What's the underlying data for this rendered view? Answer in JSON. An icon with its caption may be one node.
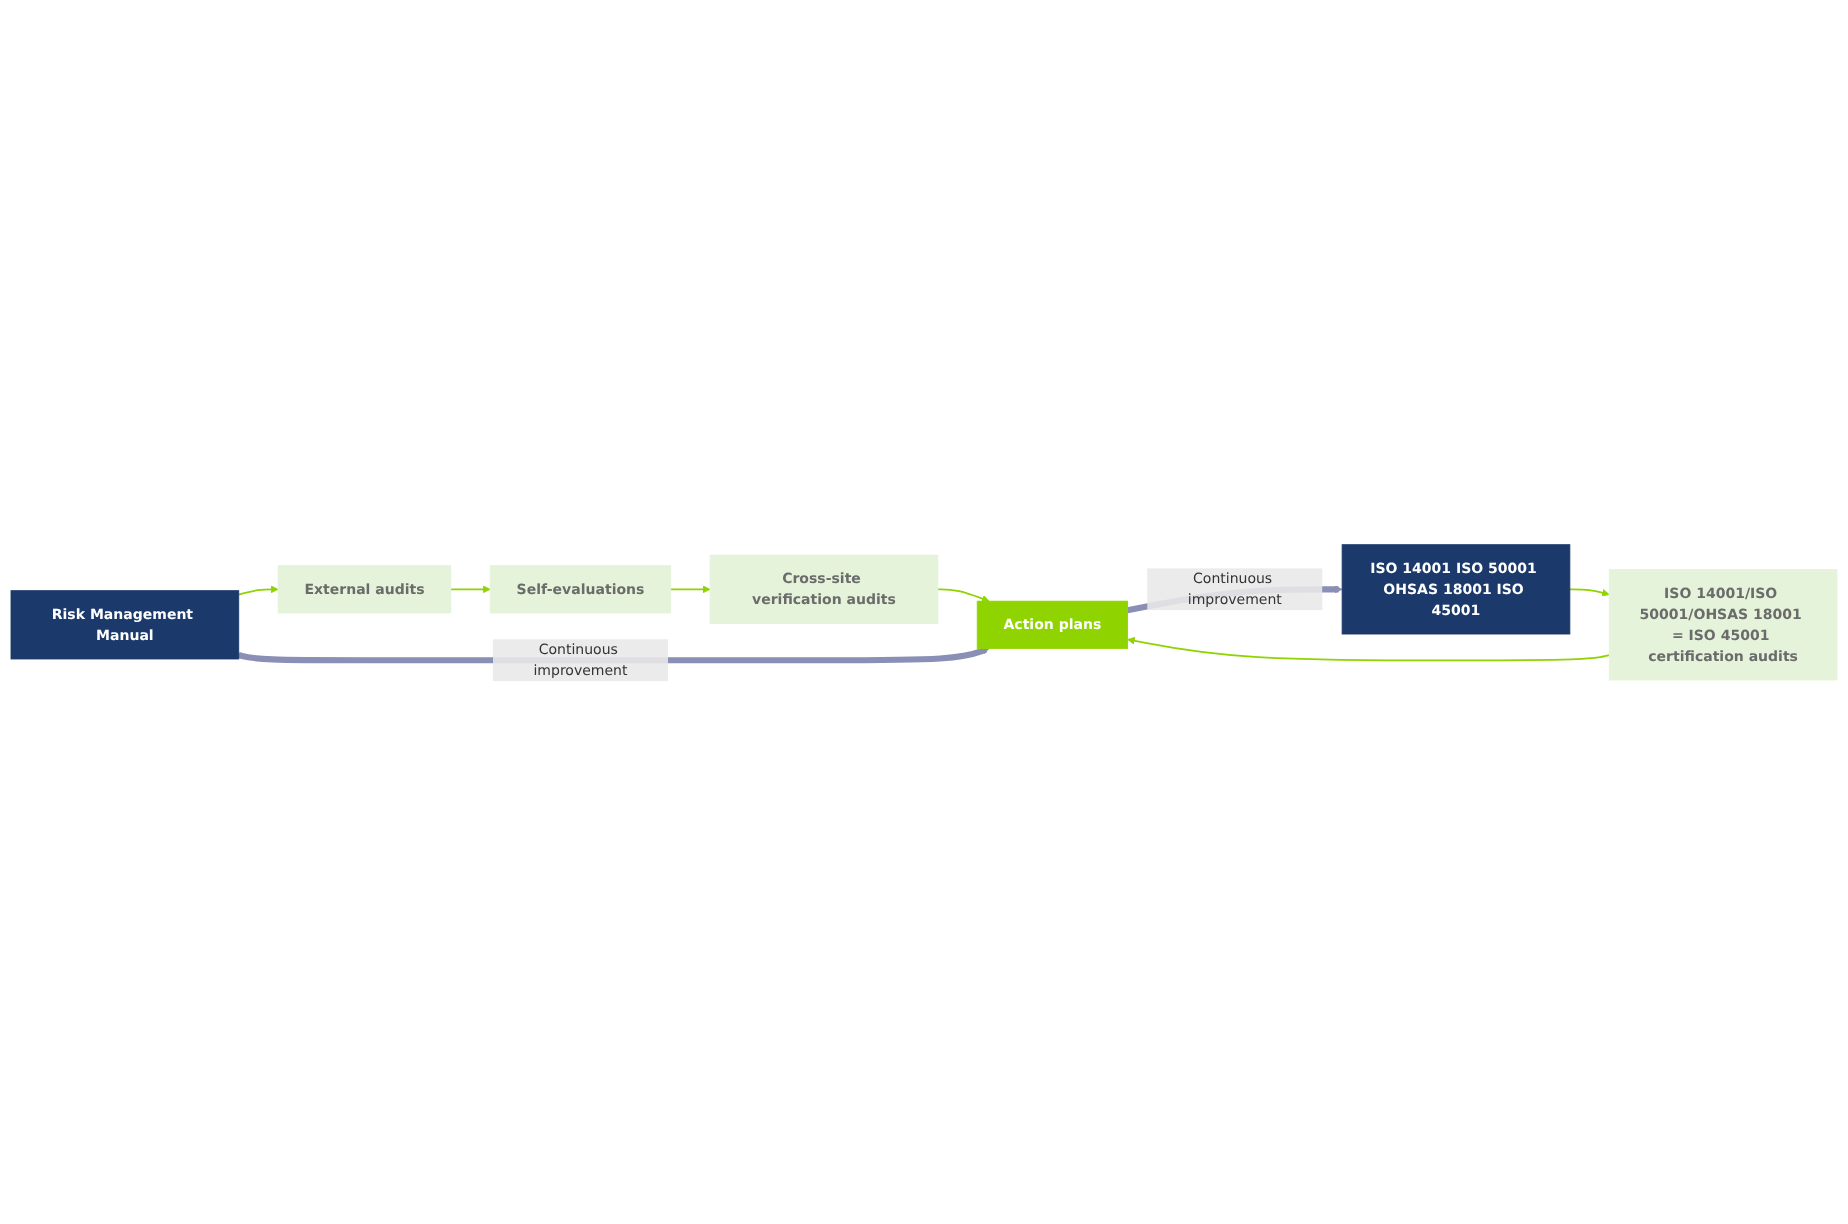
{
  "diagram": {
    "nodes": [
      {
        "text": [
          "Risk Management Manual"
        ]
      },
      {
        "text": [
          "External audits"
        ]
      },
      {
        "text": [
          "Self-evaluations"
        ]
      },
      {
        "text": [
          "Cross-site verification audits"
        ]
      },
      {
        "text": [
          "Action plans"
        ]
      },
      {
        "text": [
          "ISO 14001 ISO 50001 OHSAS 18001 ISO 45001"
        ]
      },
      {
        "text": [
          "ISO 14001/ISO 50001/OHSAS 18001 = ISO 45001 certification audits"
        ]
      }
    ],
    "edges": [
      {
        "from": 0,
        "to": 1,
        "arrow": "to",
        "color": "#8fd400"
      },
      {
        "from": 1,
        "to": 2,
        "arrow": "to",
        "color": "#8fd400"
      },
      {
        "from": 2,
        "to": 3,
        "arrow": "to",
        "color": "#8fd400"
      },
      {
        "from": 3,
        "to": 4,
        "arrow": "to",
        "color": "#8fd400"
      },
      {
        "from": 5,
        "to": 6,
        "arrow": "to",
        "color": "#8fd400"
      },
      {
        "from": 6,
        "to": 4,
        "arrow": "to",
        "color": "#8fd400"
      },
      {
        "from": 0,
        "to": 4,
        "arrow": "to",
        "label": "Continuous improvement",
        "style": "thick",
        "color": "#8a8fb5"
      },
      {
        "from": 4,
        "to": 5,
        "arrow": "to",
        "label": "Continuous improvement",
        "style": "thick",
        "color": "#8a8fb5"
      }
    ]
  }
}
